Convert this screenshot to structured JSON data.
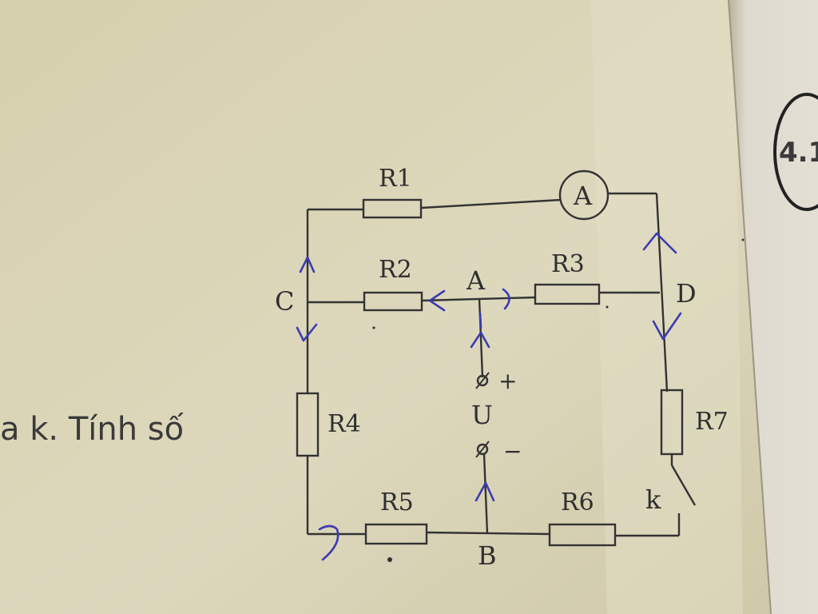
{
  "page": {
    "side_text": "a k. Tính số",
    "badge_text": "4.1"
  },
  "diagram": {
    "resistors": {
      "r1": "R1",
      "r2": "R2",
      "r3": "R3",
      "r4": "R4",
      "r5": "R5",
      "r6": "R6",
      "r7": "R7"
    },
    "ammeter": "A",
    "nodes": {
      "a": "A",
      "b": "B",
      "c": "C",
      "d": "D"
    },
    "source": {
      "label": "U",
      "plus": "+",
      "minus": "−"
    },
    "switch": "k"
  },
  "colors": {
    "paper": "#d9d3b4",
    "ink": "#2f2f2f",
    "pen": "#3b3bb0"
  }
}
